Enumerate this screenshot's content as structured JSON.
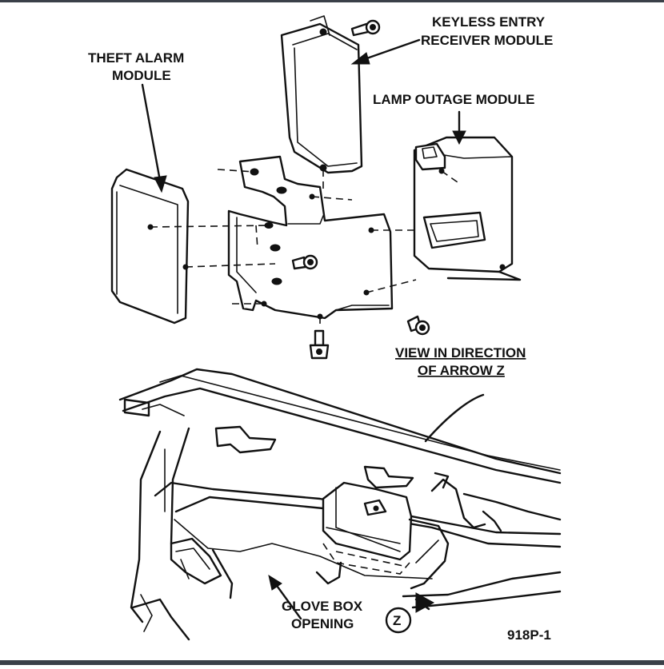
{
  "labels": {
    "keyless_line1": "KEYLESS ENTRY",
    "keyless_line2": "RECEIVER MODULE",
    "theft_line1": "THEFT ALARM",
    "theft_line2": "MODULE",
    "lamp": "LAMP OUTAGE MODULE",
    "view_line1": "VIEW IN DIRECTION",
    "view_line2": "OF ARROW Z",
    "glove_line1": "GLOVE BOX",
    "glove_line2": "OPENING",
    "arrow_letter": "Z",
    "figure_id": "918P-1"
  }
}
